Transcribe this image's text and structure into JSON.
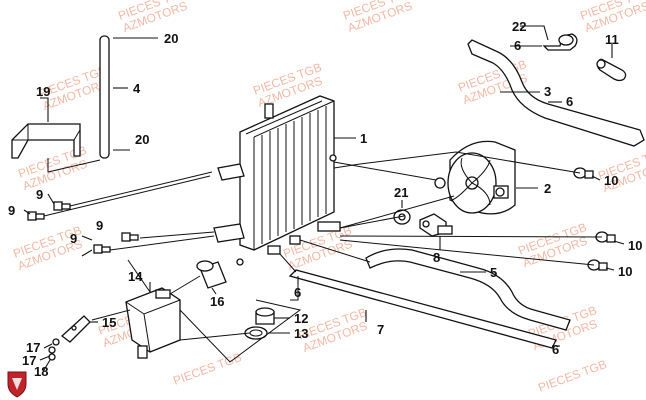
{
  "watermark": {
    "line1": "PIECES TGB",
    "line2": "AZMOTORS"
  },
  "callouts": {
    "c1": "1",
    "c2": "2",
    "c3": "3",
    "c4": "4",
    "c5": "5",
    "c6a": "6",
    "c6b": "6",
    "c6c": "6",
    "c6d": "6",
    "c7": "7",
    "c8": "8",
    "c9a": "9",
    "c9b": "9",
    "c9c": "9",
    "c9d": "9",
    "c10a": "10",
    "c10b": "10",
    "c10c": "10",
    "c11": "11",
    "c12": "12",
    "c13": "13",
    "c14": "14",
    "c15": "15",
    "c16": "16",
    "c17a": "17",
    "c17b": "17",
    "c18": "18",
    "c19": "19",
    "c20a": "20",
    "c20b": "20",
    "c21": "21",
    "c22": "22"
  },
  "colors": {
    "watermark": "#f1b9a6",
    "line": "#111111",
    "logo": "#c0242b"
  },
  "logo_icon": "azmotors-shield-icon"
}
